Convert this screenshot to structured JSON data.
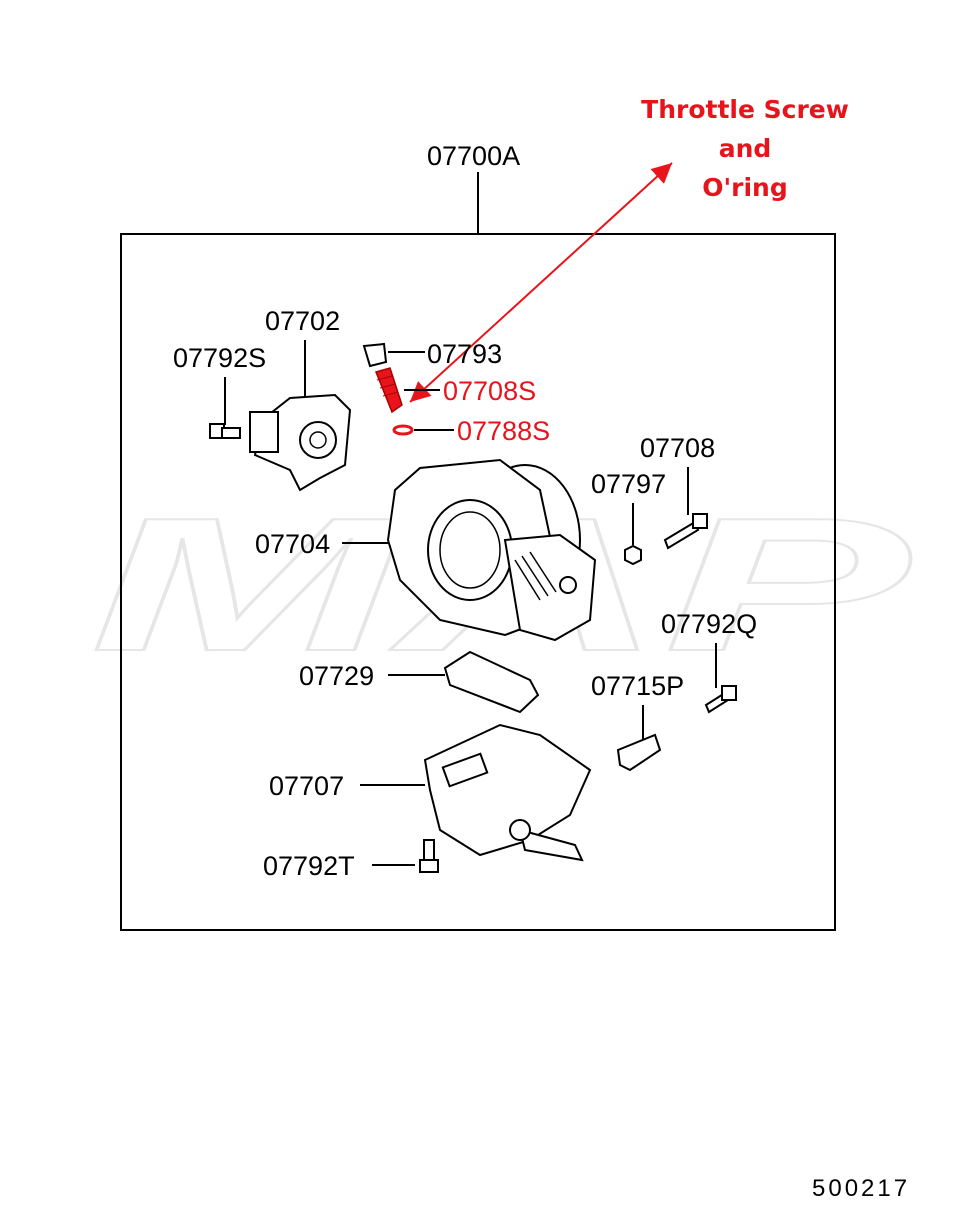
{
  "title": "Throttle Screw",
  "annotation": {
    "lines": [
      "Throttle Screw",
      "and",
      "O'ring"
    ],
    "color": "#e8141b"
  },
  "assembly_label": "07700A",
  "labels": {
    "p07702": "07702",
    "p07792S": "07792S",
    "p07793": "07793",
    "p07708S": "07708S",
    "p07788S": "07788S",
    "p07708": "07708",
    "p07797": "07797",
    "p07704": "07704",
    "p07792Q": "07792Q",
    "p07729": "07729",
    "p07715P": "07715P",
    "p07707": "07707",
    "p07792T": "07792T"
  },
  "highlighted_parts": [
    "07708S",
    "07788S"
  ],
  "diagram_code": "500217"
}
